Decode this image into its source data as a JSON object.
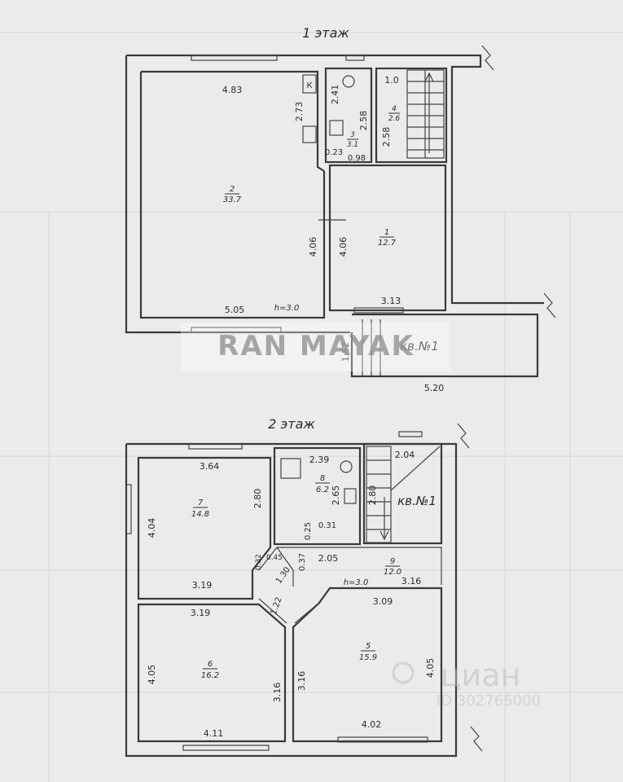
{
  "floors": {
    "first": {
      "title": "1 этаж",
      "height_note": "h=3.0",
      "apartment_label": "кв.№1",
      "rooms": [
        {
          "number": "1",
          "area": "12.7"
        },
        {
          "number": "2",
          "area": "33.7"
        },
        {
          "number": "3",
          "area": "3.1"
        },
        {
          "number": "4",
          "area": "2.6"
        }
      ],
      "dimensions": [
        "4.83",
        "2.73",
        "2.41",
        "2.58",
        "1.0",
        "2.58",
        "0.23",
        "0.98",
        "4.06",
        "4.06",
        "5.05",
        "3.13",
        "1.52",
        "5.20"
      ],
      "stove_mark": "К"
    },
    "second": {
      "title": "2 этаж",
      "height_note": "h=3.0",
      "apartment_label": "кв.№1",
      "rooms": [
        {
          "number": "5",
          "area": "15.9"
        },
        {
          "number": "6",
          "area": "16.2"
        },
        {
          "number": "7",
          "area": "14.8"
        },
        {
          "number": "8",
          "area": "6.2"
        },
        {
          "number": "9",
          "area": "12.0"
        }
      ],
      "dimensions": [
        "3.64",
        "2.80",
        "4.04",
        "3.19",
        "2.39",
        "2.65",
        "0.25",
        "0.31",
        "2.04",
        "2.80",
        "0.32",
        "0.45",
        "0.37",
        "1.30",
        "2.05",
        "3.16",
        "1.22",
        "3.19",
        "3.09",
        "4.05",
        "3.16",
        "3.16",
        "4.05",
        "4.11",
        "4.02"
      ]
    }
  },
  "watermark": {
    "agency": "RAN MAYAK",
    "site": "циан",
    "listing_id": "ID 302765000"
  }
}
